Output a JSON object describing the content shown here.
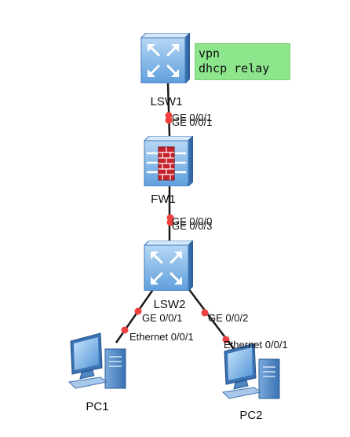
{
  "devices": [
    {
      "key": "lsw1",
      "type": "core-switch",
      "label": "LSW1"
    },
    {
      "key": "fw1",
      "type": "firewall",
      "label": "FW1"
    },
    {
      "key": "lsw2",
      "type": "core-switch",
      "label": "LSW2"
    },
    {
      "key": "pc1",
      "type": "pc",
      "label": "PC1"
    },
    {
      "key": "pc2",
      "type": "pc",
      "label": "PC2"
    }
  ],
  "note": {
    "lines": [
      "vpn",
      "dhcp relay"
    ],
    "color": "#8ee68c"
  },
  "links": [
    {
      "from": "lsw1",
      "to": "fw1",
      "from_port": "GE 0/0/1",
      "to_port": "GE 0/0/1"
    },
    {
      "from": "fw1",
      "to": "lsw2",
      "from_port": "GE 0/0/0",
      "to_port": "GE 0/0/3"
    },
    {
      "from": "lsw2",
      "to": "pc1",
      "from_port": "GE 0/0/1",
      "to_port": "Ethernet 0/0/1"
    },
    {
      "from": "lsw2",
      "to": "pc2",
      "from_port": "GE 0/0/2",
      "to_port": "Ethernet 0/0/1"
    }
  ],
  "colors": {
    "link": "#1a1a1a",
    "port_dot": "#f04040",
    "device_blue": "#5f9fdc"
  }
}
